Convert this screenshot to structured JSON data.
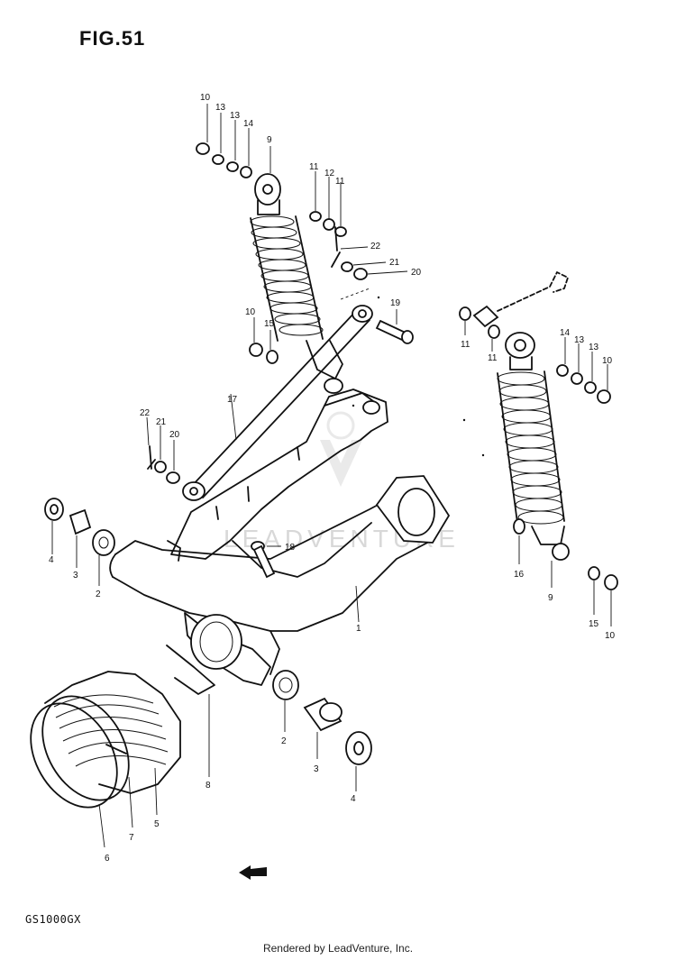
{
  "figure": {
    "title": "FIG.51",
    "model_code": "GS1000GX",
    "credit": "Rendered by LeadVenture, Inc.",
    "watermark": "LEADVENTURE"
  },
  "callouts": [
    "10",
    "13",
    "13",
    "14",
    "9",
    "11",
    "12",
    "11",
    "22",
    "21",
    "20",
    "19",
    "10",
    "15",
    "17",
    "22",
    "21",
    "20",
    "4",
    "3",
    "2",
    "18",
    "1",
    "11",
    "11",
    "14",
    "13",
    "13",
    "10",
    "16",
    "9",
    "15",
    "10",
    "2",
    "3",
    "4",
    "8",
    "5",
    "7",
    "6"
  ]
}
